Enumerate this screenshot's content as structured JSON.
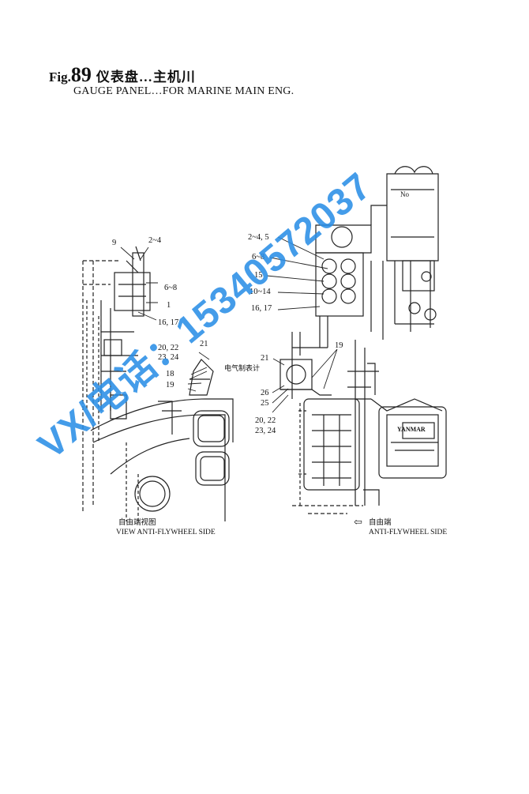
{
  "header": {
    "fig_prefix": "Fig.",
    "fig_number": "89",
    "title_cn": "仪表盘…主机川",
    "title_en": "GAUGE PANEL…FOR MARINE MAIN ENG."
  },
  "left_view": {
    "labels": [
      "9",
      "2~4",
      "6~8",
      "1",
      "16, 17",
      "21",
      "20, 22",
      "23, 24",
      "18",
      "19"
    ],
    "caption_cn": "自由端视图",
    "caption_en": "VIEW  ANTI-FLYWHEEL SIDE"
  },
  "right_view": {
    "labels": [
      "2~4, 5",
      "6~8",
      "15",
      "10~14",
      "16, 17",
      "21",
      "19",
      "26",
      "25",
      "20, 22",
      "23, 24"
    ],
    "panel_text_cn": "电气制表计",
    "plate_text": "No",
    "brand_text": "YANMAR",
    "arrow_glyph": "⇦",
    "caption_cn": "自由端",
    "caption_en": "ANTI-FLYWHEEL SIDE"
  },
  "watermark": "VX/电话：15340572037",
  "colors": {
    "line": "#222222",
    "watermark": "#2b8fe6"
  }
}
